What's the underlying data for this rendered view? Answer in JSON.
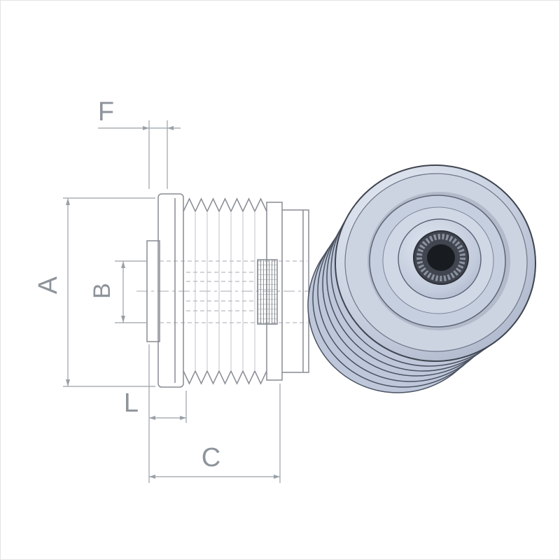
{
  "drawing": {
    "dim_labels": {
      "f": "F",
      "a": "A",
      "b": "B",
      "l": "L",
      "c": "C"
    }
  },
  "colors": {
    "dimension": "#9aa0a7",
    "label": "#8e949b",
    "part": "#878c93",
    "hidden": "#a4a9b0",
    "render_body": "#bec8da",
    "render_outline": "#3f4550",
    "render_face": "#ccd4e2",
    "bore_dark": "#40454f"
  }
}
